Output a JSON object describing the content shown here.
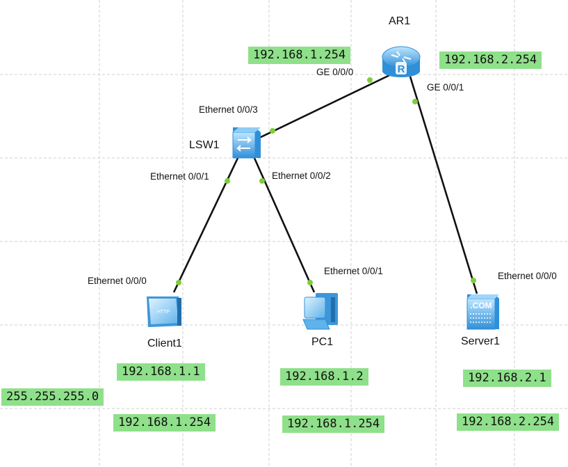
{
  "devices": {
    "router": {
      "name": "AR1",
      "icon": "router-icon"
    },
    "switch": {
      "name": "LSW1",
      "icon": "switch-icon"
    },
    "client": {
      "name": "Client1",
      "icon": "http-client-icon",
      "icon_text": "HTTP"
    },
    "pc": {
      "name": "PC1",
      "icon": "pc-icon"
    },
    "server": {
      "name": "Server1",
      "icon": "dns-server-icon",
      "icon_text": ".COM"
    }
  },
  "ports": {
    "router_g0": "GE 0/0/0",
    "router_g1": "GE 0/0/1",
    "switch_e3": "Ethernet 0/0/3",
    "switch_e1": "Ethernet 0/0/1",
    "switch_e2": "Ethernet 0/0/2",
    "client_e0": "Ethernet 0/0/0",
    "pc_e1": "Ethernet 0/0/1",
    "server_e0": "Ethernet 0/0/0"
  },
  "ip_labels": {
    "router_g0_ip": "192.168.1.254",
    "router_g1_ip": "192.168.2.254",
    "client_ip": "192.168.1.1",
    "pc_ip": "192.168.1.2",
    "server_ip": "192.168.2.1",
    "subnet_mask": "255.255.255.0",
    "client_gateway": "192.168.1.254",
    "pc_gateway": "192.168.1.254",
    "server_gateway": "192.168.2.254"
  },
  "colors": {
    "label_bg": "#8fe08a",
    "port_dot": "#7ccf3a",
    "link": "#111111",
    "icon_blue": "#4aa3e0"
  }
}
